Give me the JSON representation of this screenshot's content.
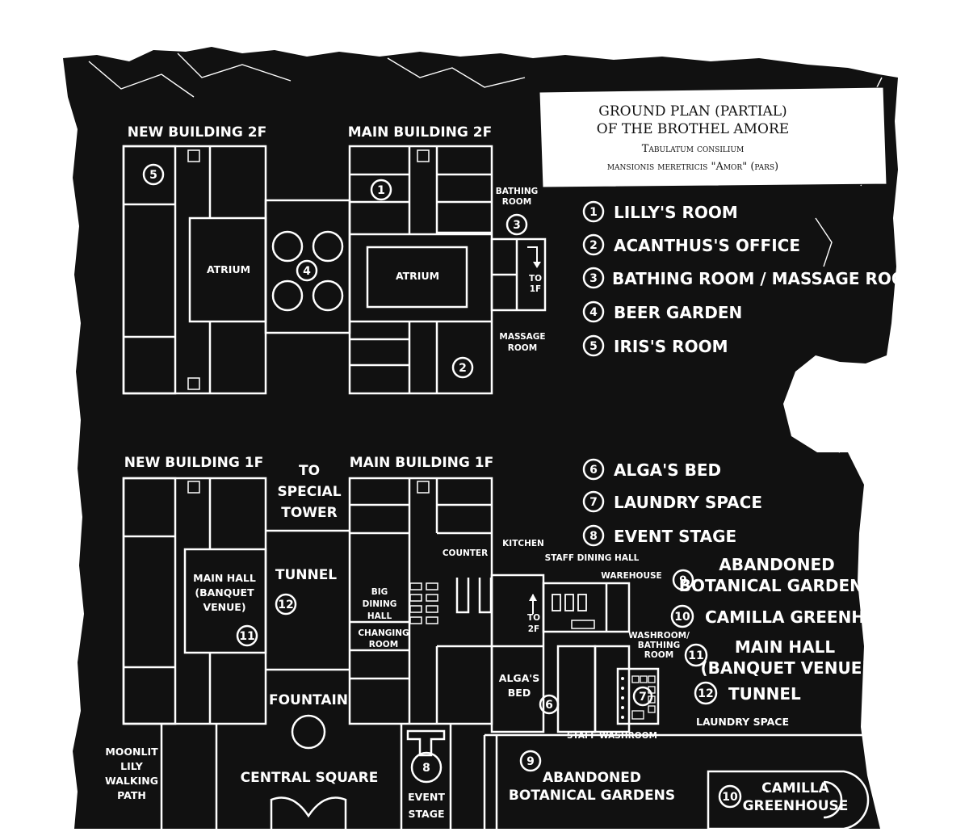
{
  "title": {
    "line1": "GROUND PLAN (PARTIAL)",
    "line2": "OF THE BROTHEL AMORE",
    "line3": "Tabulatum consilium",
    "line4": "mansionis meretricis \"Amor\" (pars)"
  },
  "floors": {
    "new_2f": "NEW BUILDING 2F",
    "main_2f": "MAIN BUILDING 2F",
    "new_1f": "NEW BUILDING 1F",
    "main_1f": "MAIN BUILDING 1F"
  },
  "labels": {
    "atrium": "ATRIUM",
    "bathing_room_1": "BATHING",
    "bathing_room_2": "ROOM",
    "to_1f_1": "TO",
    "to_1f_2": "1F",
    "massage_room_1": "MASSAGE",
    "massage_room_2": "ROOM",
    "to_special_1": "TO",
    "to_special_2": "SPECIAL",
    "to_special_3": "TOWER",
    "tunnel": "TUNNEL",
    "main_hall_1": "MAIN HALL",
    "main_hall_2": "(BANQUET",
    "main_hall_3": "VENUE)",
    "fountain": "FOUNTAIN",
    "counter": "COUNTER",
    "kitchen": "KITCHEN",
    "staff_dining_hall": "STAFF DINING HALL",
    "warehouse": "WAREHOUSE",
    "big_dining_1": "BIG",
    "big_dining_2": "DINING",
    "big_dining_3": "HALL",
    "changing_1": "CHANGING",
    "changing_2": "ROOM",
    "to_2f_1": "TO",
    "to_2f_2": "2F",
    "algas_bed_1": "ALGA'S",
    "algas_bed_2": "BED",
    "washroom_1": "WASHROOM/",
    "washroom_2": "BATHING",
    "washroom_3": "ROOM",
    "laundry_space": "LAUNDRY SPACE",
    "staff_washroom": "STAFF WASHROOM",
    "moonlit_1": "MOONLIT",
    "moonlit_2": "LILY",
    "moonlit_3": "WALKING",
    "moonlit_4": "PATH",
    "central_square": "CENTRAL SQUARE",
    "event_stage_1": "EVENT",
    "event_stage_2": "STAGE",
    "abandoned_1": "ABANDONED",
    "abandoned_2": "BOTANICAL GARDENS",
    "camilla_1": "CAMILLA",
    "camilla_2": "GREENHOUSE"
  },
  "numbers": {
    "n1": "1",
    "n2": "2",
    "n3": "3",
    "n4": "4",
    "n5": "5",
    "n6": "6",
    "n7": "7",
    "n8": "8",
    "n9": "9",
    "n10": "10",
    "n11": "11",
    "n12": "12"
  },
  "legend": {
    "l1": "LILLY'S ROOM",
    "l2": "ACANTHUS'S OFFICE",
    "l3": "BATHING ROOM / MASSAGE ROOM",
    "l4": "BEER GARDEN",
    "l5": "IRIS'S ROOM",
    "l6": "ALGA'S BED",
    "l7": "LAUNDRY SPACE",
    "l8": "EVENT STAGE",
    "l9a": "ABANDONED",
    "l9b": "BOTANICAL GARDENS",
    "l10": "CAMILLA GREENHOUSE",
    "l11a": "MAIN HALL",
    "l11b": "(BANQUET VENUE)",
    "l12": "TUNNEL"
  }
}
